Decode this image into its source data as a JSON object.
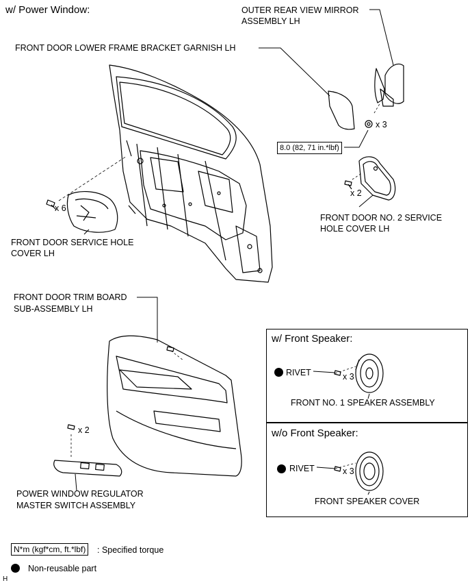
{
  "heading": "w/ Power Window:",
  "labels": {
    "mirror": [
      "OUTER REAR VIEW MIRROR",
      "ASSEMBLY LH"
    ],
    "garnish": "FRONT DOOR LOWER FRAME BRACKET GARNISH LH",
    "no2_cover": [
      "FRONT DOOR NO. 2 SERVICE",
      "HOLE COVER LH"
    ],
    "service_cover": [
      "FRONT DOOR SERVICE HOLE",
      "COVER LH"
    ],
    "trim_board": [
      "FRONT DOOR TRIM BOARD",
      "SUB-ASSEMBLY LH"
    ],
    "switch": [
      "POWER WINDOW REGULATOR",
      "MASTER SWITCH ASSEMBLY"
    ]
  },
  "quantities": {
    "mirror_nuts": "x 3",
    "no2_screws": "x 2",
    "service_screws": "x 6",
    "switch_screws": "x 2",
    "rivets_speaker": "x 3",
    "rivets_cover": "x 3"
  },
  "torque_value": "8.0 (82, 71 in.*lbf)",
  "with_speaker": {
    "title": "w/ Front Speaker:",
    "rivet": "RIVET",
    "part": "FRONT NO. 1 SPEAKER ASSEMBLY"
  },
  "without_speaker": {
    "title": "w/o Front Speaker:",
    "rivet": "RIVET",
    "part": "FRONT SPEAKER COVER"
  },
  "legend": {
    "torque_unit": "N*m (kgf*cm, ft.*lbf)",
    "torque_desc": ": Specified torque",
    "nonreusable": "Non-reusable part"
  },
  "corner_mark": "H"
}
